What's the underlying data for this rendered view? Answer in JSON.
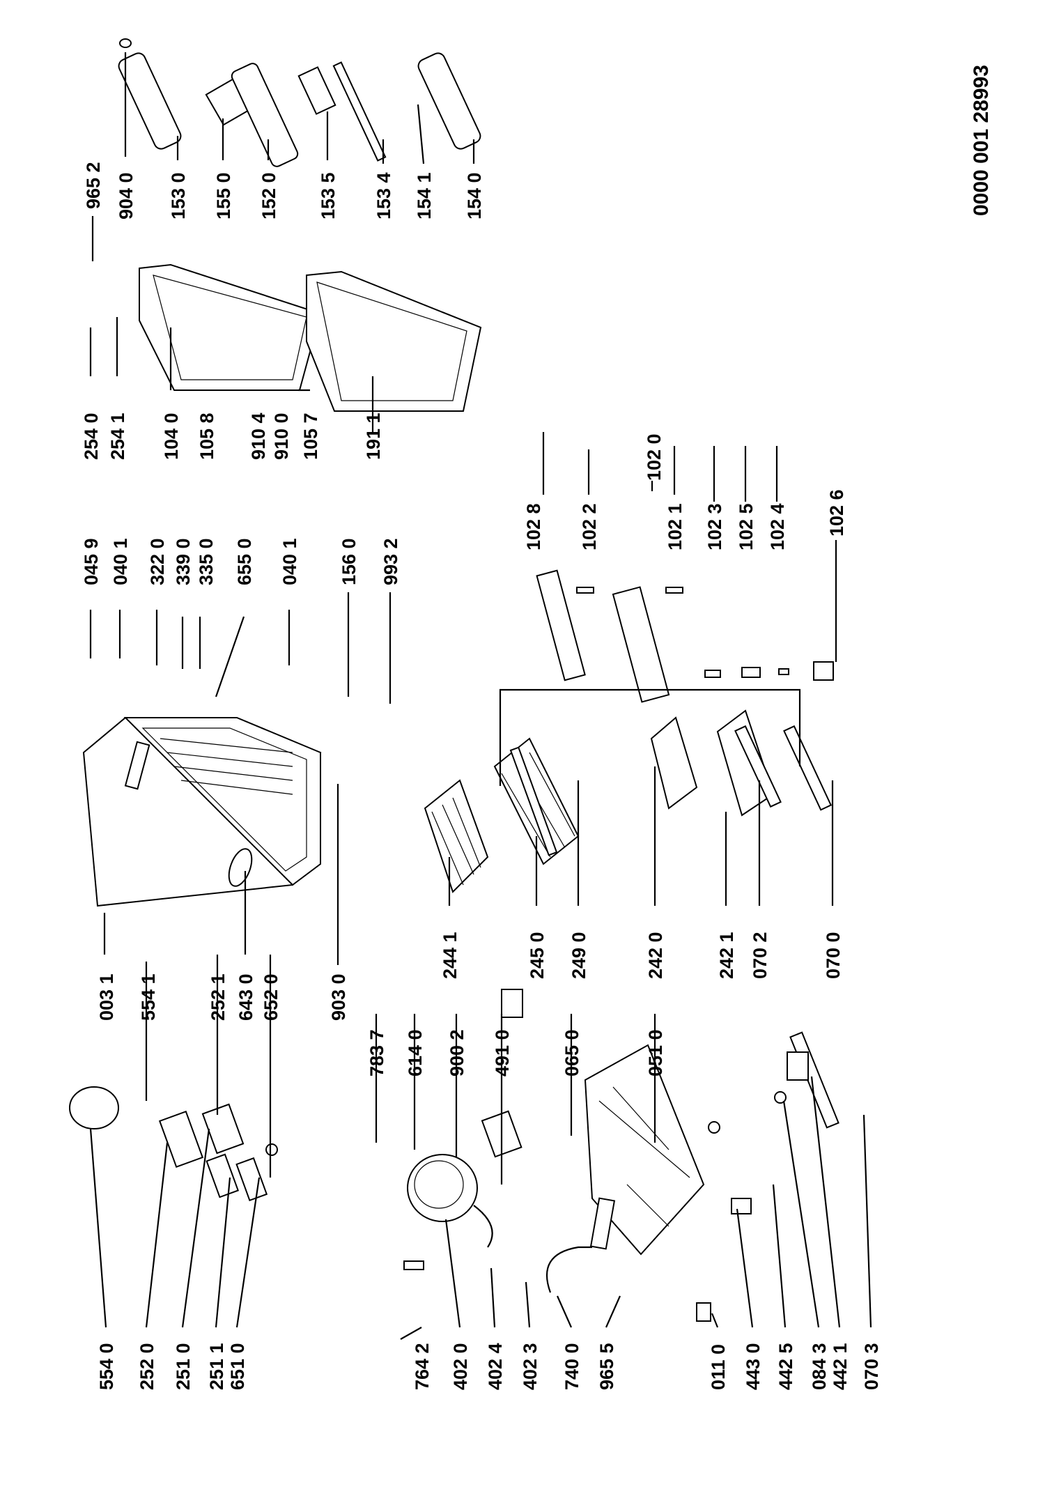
{
  "document_number": "0000 001 28993",
  "part_labels": {
    "p5540": "554 0",
    "p2520": "252 0",
    "p2510": "251 0",
    "p2511": "251 1",
    "p6510": "651 0",
    "p7642": "764 2",
    "p4020": "402 0",
    "p4024": "402 4",
    "p4023": "402 3",
    "p7400": "740 0",
    "p9655": "965 5",
    "p0110": "011 0",
    "p4430": "443 0",
    "p4425": "442 5",
    "p0843": "084 3",
    "p4421": "442 1",
    "p0703": "070 3",
    "p0031": "003 1",
    "p5541": "554 1",
    "p2521": "252 1",
    "p6430": "643 0",
    "p6520": "652 0",
    "p9030": "903 0",
    "p7837": "783 7",
    "p6140": "614 0",
    "p9002": "900 2",
    "p4910": "491 0",
    "p0650": "065 0",
    "p0510": "051 0",
    "p2441": "244 1",
    "p2450": "245 0",
    "p2490": "249 0",
    "p2420": "242 0",
    "p2421": "242 1",
    "p0702": "070 2",
    "p0700": "070 0",
    "p0459": "045 9",
    "p0401a": "040 1",
    "p3220": "322 0",
    "p3390": "339 0",
    "p3350": "335 0",
    "p6550": "655 0",
    "p0401b": "040 1",
    "p1560": "156 0",
    "p9932": "993 2",
    "p1028": "102 8",
    "p1022": "102 2",
    "p1021": "102 1",
    "p1023": "102 3",
    "p1025": "102 5",
    "p1024": "102 4",
    "p1020": "102 0",
    "p1026": "102 6",
    "p2540": "254 0",
    "p2541": "254 1",
    "p1040": "104 0",
    "p1058": "105 8",
    "p9104": "910 4",
    "p9100": "910 0",
    "p1057": "105 7",
    "p1911": "191 1",
    "p9652": "965 2",
    "p9040": "904 0",
    "p1530": "153 0",
    "p1550": "155 0",
    "p1520": "152 0",
    "p1535": "153 5",
    "p1534": "153 4",
    "p1541": "154 1",
    "p1540": "154 0"
  }
}
